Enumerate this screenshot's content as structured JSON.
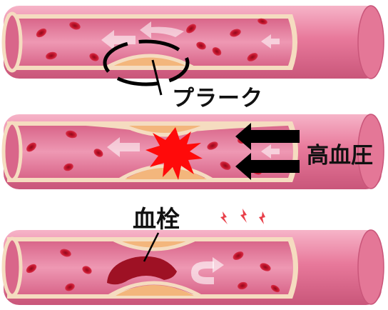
{
  "labels": {
    "plaque": "プラーク",
    "high_blood_pressure": "高血圧",
    "thrombus": "血栓"
  },
  "colors": {
    "vessel_wall": "#e8799b",
    "vessel_wall_dark": "#c9567a",
    "lumen": "#ea88a6",
    "intima": "#f5dcc0",
    "plaque": "#f3b67c",
    "red_cell": "#c0142b",
    "thrombus": "#9e1124",
    "burst": "#ff0a0a",
    "arrow": "#000000",
    "spark": "#e8404a"
  },
  "icons": [
    "flow-arrow-icon",
    "burst-icon",
    "pressure-arrow-icon",
    "spark-icon",
    "u-turn-arrow-icon"
  ]
}
